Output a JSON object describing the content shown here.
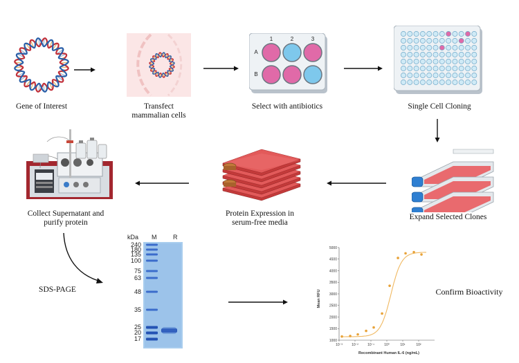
{
  "steps": {
    "gene": "Gene of Interest",
    "transfect_1": "Transfect",
    "transfect_2": "mammalian cells",
    "select": "Select with antibiotics",
    "single": "Single Cell Cloning",
    "expand": "Expand Selected Clones",
    "expression_1": "Protein Expression in",
    "expression_2": "serum-free media",
    "collect_1": "Collect Supernatant and",
    "collect_2": "purify protein",
    "sds": "SDS-PAGE",
    "bio": "Confirm Bioactivity"
  },
  "plate6": {
    "cols": [
      "1",
      "2",
      "3"
    ],
    "rows": [
      "A",
      "B"
    ],
    "colors": {
      "pink": "#e06aa8",
      "blue": "#7ec8ec"
    }
  },
  "gel": {
    "unit": "kDa",
    "lane_m": "M",
    "lane_r": "R",
    "markers": [
      "240",
      "180",
      "135",
      "100",
      "75",
      "63",
      "48",
      "35",
      "25",
      "20",
      "17"
    ]
  },
  "chart_data": {
    "type": "scatter",
    "title": "",
    "xlabel": "Recombinant Human IL-6 (ng/mL)",
    "ylabel": "Mean RFU",
    "x_scale": "log",
    "xlim": [
      0.001,
      1000
    ],
    "ylim": [
      1000,
      5000
    ],
    "x_ticks": [
      0.001,
      0.01,
      0.1,
      1,
      10,
      100
    ],
    "x_tick_labels": [
      "10⁻³",
      "10⁻²",
      "10⁻¹",
      "10⁰",
      "10¹",
      "10²"
    ],
    "y_ticks": [
      1000,
      1500,
      2000,
      2500,
      3000,
      3500,
      4000,
      4500,
      5000
    ],
    "points": [
      {
        "x": 0.0015,
        "y": 1160
      },
      {
        "x": 0.005,
        "y": 1180
      },
      {
        "x": 0.015,
        "y": 1250
      },
      {
        "x": 0.05,
        "y": 1400
      },
      {
        "x": 0.15,
        "y": 1550
      },
      {
        "x": 0.5,
        "y": 2150
      },
      {
        "x": 1.5,
        "y": 3350
      },
      {
        "x": 5,
        "y": 4550
      },
      {
        "x": 15,
        "y": 4750
      },
      {
        "x": 50,
        "y": 4800
      },
      {
        "x": 150,
        "y": 4700
      }
    ],
    "fit": {
      "bottom": 1150,
      "top": 4800,
      "ec50": 1.8,
      "hill": 1.3
    },
    "colors": {
      "point": "#e8a33a",
      "curve": "#f0b860"
    },
    "grid": false
  }
}
